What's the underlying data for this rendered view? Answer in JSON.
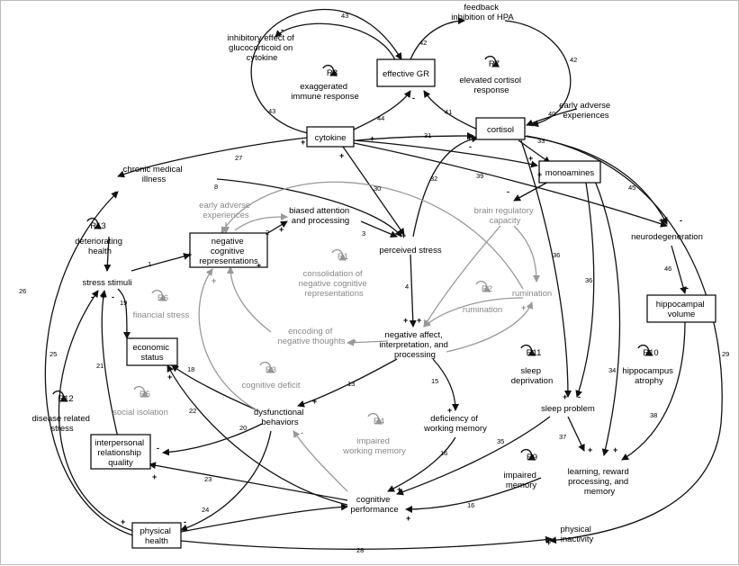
{
  "nodes": {
    "inhibitory_effect": [
      "inhibitory effect of",
      "glucocorticoid on",
      "cytokine"
    ],
    "feedback_hpa": [
      "feedback",
      "inhibition of HPA"
    ],
    "effective_gr": "effective GR",
    "exaggerated_immune": [
      "exaggerated",
      "immune response"
    ],
    "elevated_cortisol": [
      "elevated cortisol",
      "response"
    ],
    "early_adverse_right": [
      "early adverse",
      "experiences"
    ],
    "cytokine": "cytokine",
    "cortisol": "cortisol",
    "chronic_medical": [
      "chronic medical",
      "illness"
    ],
    "monoamines": "monoamines",
    "early_adverse_left": [
      "early adverse",
      "experiences"
    ],
    "biased_attention": [
      "biased attention",
      "and processing"
    ],
    "brain_regulatory": [
      "brain regulatory",
      "capacity"
    ],
    "deteriorating_health": [
      "deteriorating",
      "health"
    ],
    "negative_cognitive": [
      "negative",
      "cognitive",
      "representations"
    ],
    "perceived_stress": "perceived stress",
    "neurodegeneration": "neurodegeneration",
    "stress_stimuli": "stress stimuli",
    "consolidation": [
      "consolidation of",
      "negative cognitive",
      "representations"
    ],
    "rumination_r2": "rumination",
    "rumination_node": "rumination",
    "financial_stress": "financial stress",
    "hippocampal_volume": [
      "hippocampal",
      "volume"
    ],
    "encoding": [
      "encoding of",
      "negative thoughts"
    ],
    "negative_affect": [
      "negative affect,",
      "interpretation, and",
      "processing"
    ],
    "economic_status": [
      "economic",
      "status"
    ],
    "sleep_deprivation": [
      "sleep",
      "deprivation"
    ],
    "hippocampus_atrophy": [
      "hippocampus",
      "atrophy"
    ],
    "cognitive_deficit": "cognitive deficit",
    "social_isolation": "social isolation",
    "disease_related": [
      "disease related",
      "stress"
    ],
    "dysfunctional": [
      "dysfunctional",
      "behaviors"
    ],
    "deficiency_wm": [
      "deficiency of",
      "working memory"
    ],
    "sleep_problem": "sleep problem",
    "impaired_wm": [
      "impaired",
      "working memory"
    ],
    "interpersonal": [
      "interpersonal",
      "relationship",
      "quality"
    ],
    "impaired_memory": [
      "impaired",
      "memory"
    ],
    "learning": [
      "learning, reward",
      "processing, and",
      "memory"
    ],
    "cognitive_performance": [
      "cognitive",
      "performance"
    ],
    "physical_health": [
      "physical",
      "health"
    ],
    "physical_inactivity": [
      "physical",
      "inactivity"
    ]
  },
  "loops": {
    "R1": "R1",
    "R2": "R2",
    "R3": "R3",
    "R4": "R4",
    "R5": "R5",
    "R6": "R6",
    "R7": "R7",
    "R8": "R8",
    "R9": "R9",
    "R10": "R10",
    "R11": "R11",
    "R12": "R12",
    "R13": "R13"
  },
  "link_numbers": {
    "n1": "1",
    "n2": "2",
    "n3": "3",
    "n4": "4",
    "n8": "8",
    "n13": "13",
    "n15": "15",
    "n16a": "16",
    "n16b": "16",
    "n18": "18",
    "n19": "19",
    "n20": "20",
    "n21": "21",
    "n22": "22",
    "n23": "23",
    "n24": "24",
    "n25": "25",
    "n26": "26",
    "n27": "27",
    "n28": "28",
    "n29": "29",
    "n30": "30",
    "n31": "31",
    "n32": "32",
    "n33": "33",
    "n34": "34",
    "n35": "35",
    "n36a": "36",
    "n36b": "36",
    "n37": "37",
    "n38": "38",
    "n39": "39",
    "n40": "40",
    "n41": "41",
    "n42a": "42",
    "n42b": "42",
    "n43a": "43",
    "n43b": "43",
    "n44": "44",
    "n45": "45",
    "n46": "46"
  },
  "signs": {
    "plus": "+",
    "minus": "-"
  },
  "colors": {
    "primary": "#111111",
    "secondary": "#999999"
  }
}
